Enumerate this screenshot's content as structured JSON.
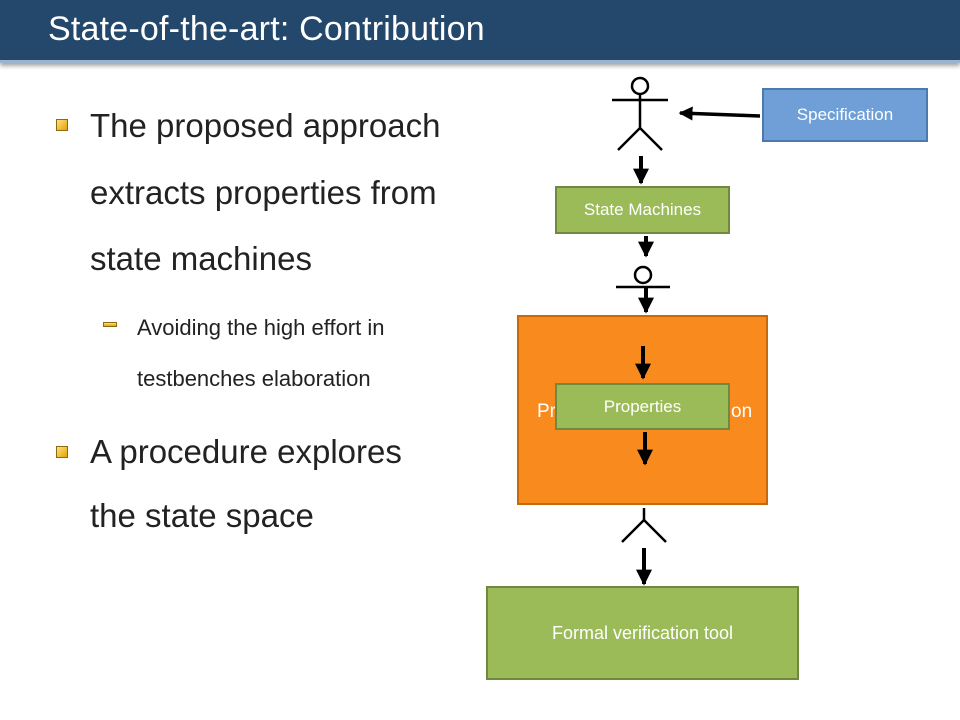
{
  "slide": {
    "title": "State-of-the-art: Contribution",
    "bullets": [
      {
        "lines": [
          "The proposed approach",
          "extracts properties from",
          "state machines"
        ]
      },
      {
        "sub_lines": [
          "Avoiding the high effort in",
          "testbenches elaboration"
        ]
      },
      {
        "lines": [
          "A procedure explores",
          "the state space"
        ]
      }
    ]
  },
  "diagram": {
    "specification": "Specification",
    "state_machines": "State Machines",
    "process_box": "Pr",
    "process_box_tail": "on",
    "properties": "Properties",
    "formal_tool": "Formal verification tool"
  },
  "colors": {
    "title_bar": "#24486c",
    "specification_box": "#6f9fd6",
    "green_box": "#9bbb59",
    "orange_box": "#f88a1e"
  }
}
